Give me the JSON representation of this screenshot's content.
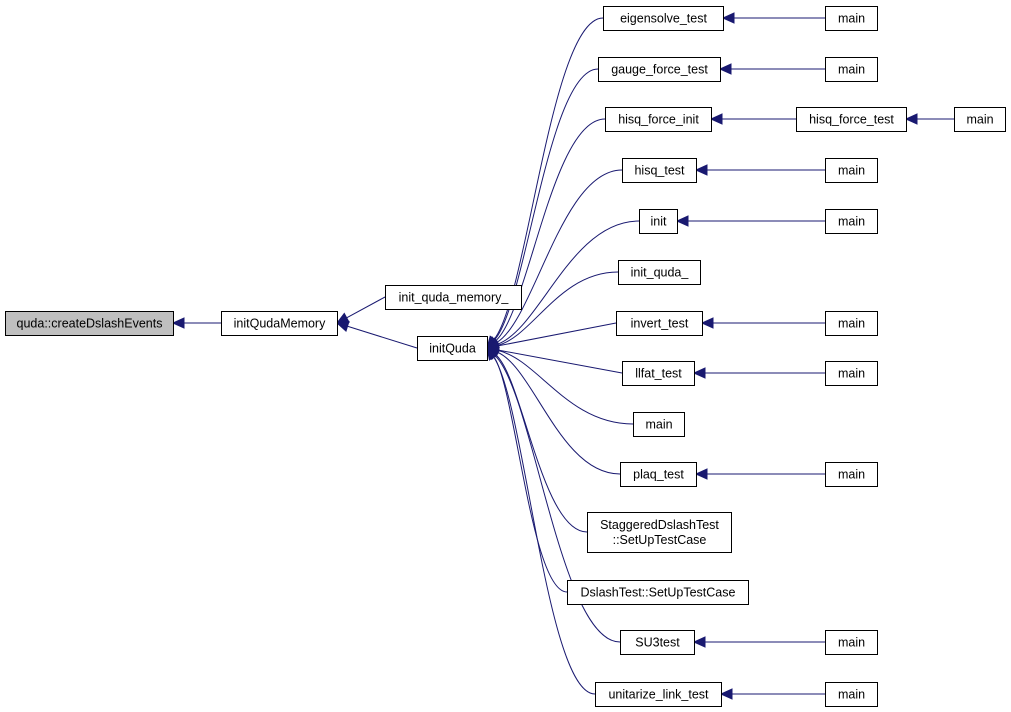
{
  "graph": {
    "colors": {
      "edge": "#191970",
      "root_fill": "#bfbfbf",
      "node_fill": "#ffffff",
      "border": "#000000"
    },
    "nodes": {
      "root": [
        "quda::createDslashEvents"
      ],
      "initQudaMemory": [
        "initQudaMemory"
      ],
      "init_quda_memory_": [
        "init_quda_memory_"
      ],
      "initQuda": [
        "initQuda"
      ],
      "eigensolve_test": [
        "eigensolve_test"
      ],
      "gauge_force_test": [
        "gauge_force_test"
      ],
      "hisq_force_init": [
        "hisq_force_init"
      ],
      "hisq_force_test": [
        "hisq_force_test"
      ],
      "hisq_test": [
        "hisq_test"
      ],
      "init": [
        "init"
      ],
      "init_quda_": [
        "init_quda_"
      ],
      "invert_test": [
        "invert_test"
      ],
      "llfat_test": [
        "llfat_test"
      ],
      "main_direct": [
        "main"
      ],
      "plaq_test": [
        "plaq_test"
      ],
      "staggered": [
        "StaggeredDslashTest",
        "::SetUpTestCase"
      ],
      "dslash": [
        "DslashTest::SetUpTestCase"
      ],
      "su3test": [
        "SU3test"
      ],
      "unitarize": [
        "unitarize_link_test"
      ],
      "main_eigensolve": [
        "main"
      ],
      "main_gauge": [
        "main"
      ],
      "main_hisq_force": [
        "main"
      ],
      "main_hisq": [
        "main"
      ],
      "main_init": [
        "main"
      ],
      "main_invert": [
        "main"
      ],
      "main_llfat": [
        "main"
      ],
      "main_plaq": [
        "main"
      ],
      "main_su3": [
        "main"
      ],
      "main_unitarize": [
        "main"
      ]
    },
    "edges": [
      [
        "initQudaMemory",
        "root"
      ],
      [
        "init_quda_memory_",
        "initQudaMemory"
      ],
      [
        "initQuda",
        "initQudaMemory"
      ],
      [
        "eigensolve_test",
        "initQuda"
      ],
      [
        "gauge_force_test",
        "initQuda"
      ],
      [
        "hisq_force_init",
        "initQuda"
      ],
      [
        "hisq_test",
        "initQuda"
      ],
      [
        "init",
        "initQuda"
      ],
      [
        "init_quda_",
        "initQuda"
      ],
      [
        "invert_test",
        "initQuda"
      ],
      [
        "llfat_test",
        "initQuda"
      ],
      [
        "main_direct",
        "initQuda"
      ],
      [
        "plaq_test",
        "initQuda"
      ],
      [
        "staggered",
        "initQuda"
      ],
      [
        "dslash",
        "initQuda"
      ],
      [
        "su3test",
        "initQuda"
      ],
      [
        "unitarize",
        "initQuda"
      ],
      [
        "main_eigensolve",
        "eigensolve_test"
      ],
      [
        "main_gauge",
        "gauge_force_test"
      ],
      [
        "hisq_force_test",
        "hisq_force_init"
      ],
      [
        "main_hisq_force",
        "hisq_force_test"
      ],
      [
        "main_hisq",
        "hisq_test"
      ],
      [
        "main_init",
        "init"
      ],
      [
        "main_invert",
        "invert_test"
      ],
      [
        "main_llfat",
        "llfat_test"
      ],
      [
        "main_plaq",
        "plaq_test"
      ],
      [
        "main_su3",
        "su3test"
      ],
      [
        "main_unitarize",
        "unitarize"
      ]
    ]
  }
}
